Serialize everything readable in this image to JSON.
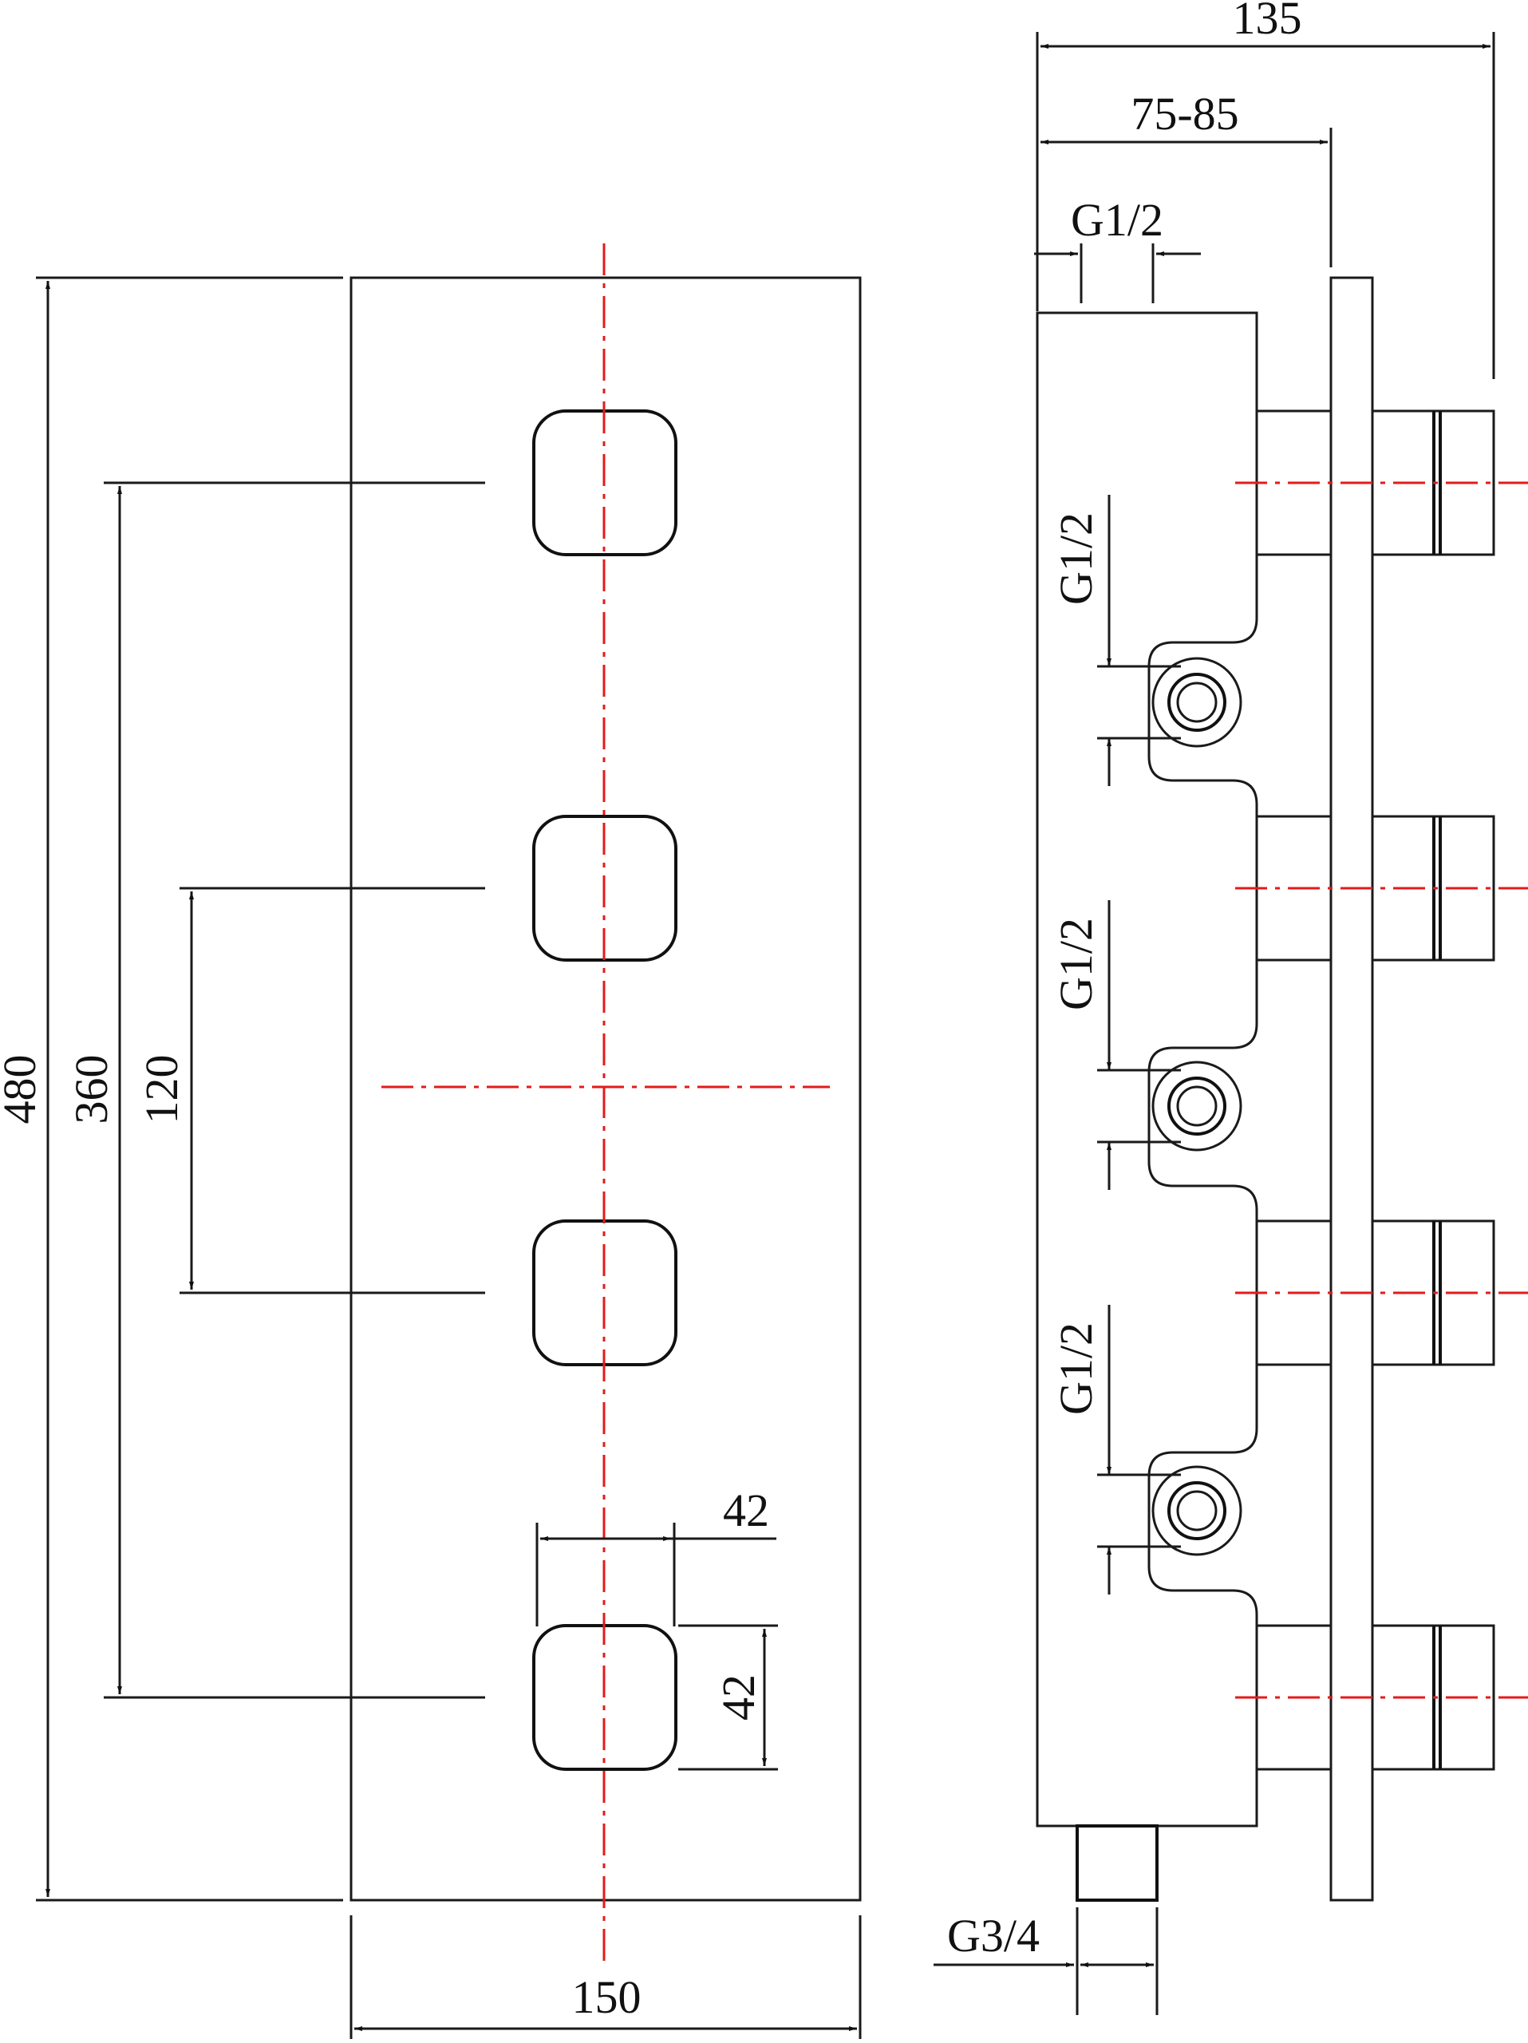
{
  "front_view": {
    "overall_height_label": "480",
    "outer_control_spacing_label": "360",
    "adjacent_control_spacing_label": "120",
    "handle_width_label": "42",
    "handle_height_label": "42",
    "panel_width_label": "150",
    "center_line_color": "#e31b1b"
  },
  "side_view": {
    "total_depth_label": "135",
    "wall_depth_label": "75-85",
    "top_inlet_label": "G1/2",
    "outlet_labels": [
      "G1/2",
      "G1/2",
      "G1/2"
    ],
    "bottom_inlet_label": "G3/4"
  }
}
